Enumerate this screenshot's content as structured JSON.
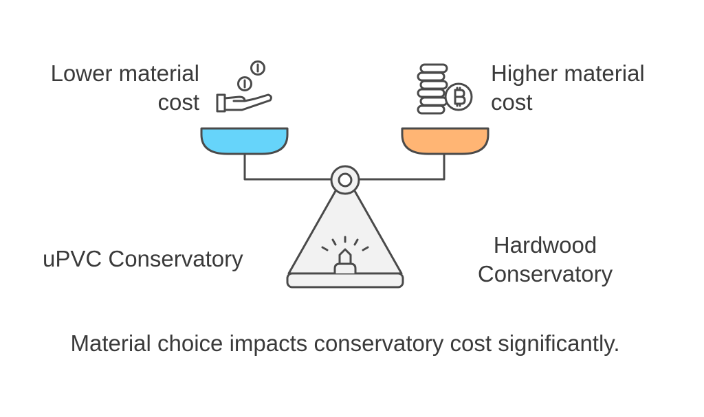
{
  "left_side": {
    "cost_label_lines": [
      "Lower material",
      "cost"
    ],
    "option_label": "uPVC Conservatory",
    "pan_color": "#66d4fa",
    "icon": "hand-coins-icon"
  },
  "right_side": {
    "cost_label_lines": [
      "Higher material",
      "cost"
    ],
    "option_label_lines": [
      "Hardwood",
      "Conservatory"
    ],
    "pan_color": "#ffb574",
    "icon": "coin-stack-bitcoin-icon"
  },
  "caption": "Material choice impacts conservatory cost significantly.",
  "stroke_color": "#4a4a4a",
  "scale_body_color": "#f2f2f2"
}
